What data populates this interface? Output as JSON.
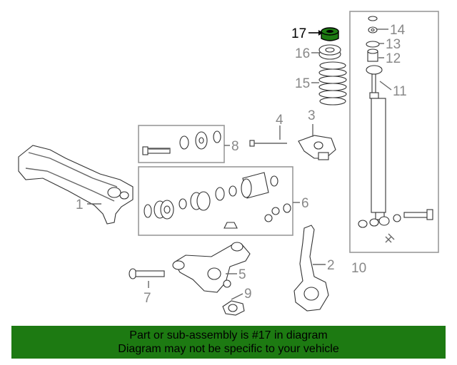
{
  "colors": {
    "highlight_part": "#1d7a12",
    "banner_bg": "#1d7a12",
    "label_gray": "#888888",
    "label_highlight": "#000000"
  },
  "callouts": {
    "c1": "1",
    "c2": "2",
    "c3": "3",
    "c4": "4",
    "c5": "5",
    "c6": "6",
    "c7": "7",
    "c8": "8",
    "c9": "9",
    "c10": "10",
    "c11": "11",
    "c12": "12",
    "c13": "13",
    "c14": "14",
    "c15": "15",
    "c16": "16",
    "c17": "17"
  },
  "banner": {
    "line1": "Part or sub-assembly is #17 in diagram",
    "line2": "Diagram may not be specific to your vehicle"
  }
}
